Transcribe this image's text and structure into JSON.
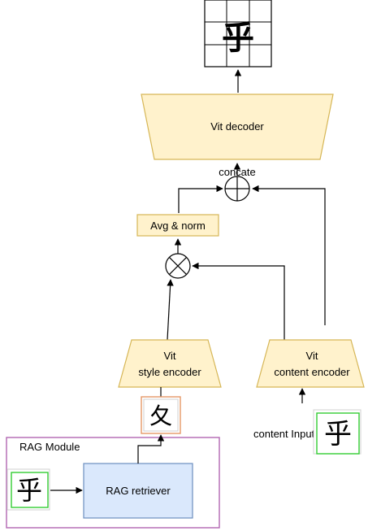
{
  "nodes": {
    "output_char": "乎",
    "decoder": "Vit decoder",
    "concat": "concate",
    "avg_norm": "Avg & norm",
    "style_encoder": [
      "Vit",
      "style encoder"
    ],
    "content_encoder": [
      "Vit",
      "content encoder"
    ],
    "style_char": "夂",
    "rag_module": "RAG Module",
    "rag_input_char": "乎",
    "rag_retriever": "RAG retriever",
    "content_input_label": "content Input",
    "content_char": "乎"
  },
  "colors": {
    "block_fill": "#fff2cc",
    "block_stroke": "#d6b656",
    "retriever_fill": "#dae8fc",
    "retriever_stroke": "#6c8ebf",
    "module_stroke": "#b266b2",
    "char_box_green": "#33cc33",
    "char_box_orange": "#e59866"
  }
}
